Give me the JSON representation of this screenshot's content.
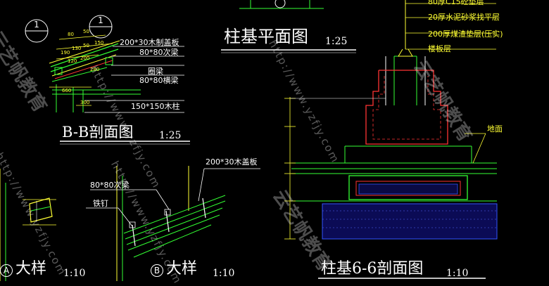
{
  "titles": {
    "column_base_plan": "柱基平面图",
    "column_base_plan_scale": "1:25",
    "bb_section": "B-B剖面图",
    "bb_section_scale": "1:25",
    "detail_a_letter": "A",
    "detail_a_text": "大样",
    "detail_a_scale": "1:10",
    "detail_b_letter": "B",
    "detail_b_text": "大样",
    "detail_b_scale": "1:10",
    "column_base_66": "柱基6-6剖面图",
    "column_base_66_scale": "1:10"
  },
  "bb_labels": {
    "cover_board": "200*30木制盖板",
    "secondary_beam": "80*80次梁",
    "ring_beam": "圈梁",
    "cross_beam": "80*80横梁",
    "timber_column": "150*150木柱"
  },
  "bb_marks": {
    "section_mark_1": "1",
    "section_mark_2": "1"
  },
  "bb_dims": [
    "80",
    "50",
    "190",
    "130",
    "50",
    "150",
    "120",
    "200",
    "280",
    "660",
    "300"
  ],
  "detail_b_labels": {
    "cover_board": "200*30木盖板",
    "secondary_beam": "80*80次梁",
    "iron_nail": "铁钉"
  },
  "section66_layers": [
    "80厚C15砼垫层",
    "20厚水泥砂浆找平层",
    "200厚煤渣垫层(压实)",
    "楼板层"
  ],
  "section66_ground": "地面",
  "watermarks": {
    "url_1": "http://www.yzfjy.com",
    "url_2": "http://www.yzfjy.com",
    "url_3": "http://www.yzfjy.com",
    "url_4": "http://www.yzfjy.com",
    "cn_1": "云艺帆教育",
    "cn_2": "云艺帆教育",
    "cn_3": "云艺帆教育"
  },
  "colors": {
    "background": "#000000",
    "line_yellow": "#ffff33",
    "line_green": "#33ff33",
    "line_red": "#ff3333",
    "line_blue": "#3355ff",
    "text_white": "#ffffff"
  }
}
